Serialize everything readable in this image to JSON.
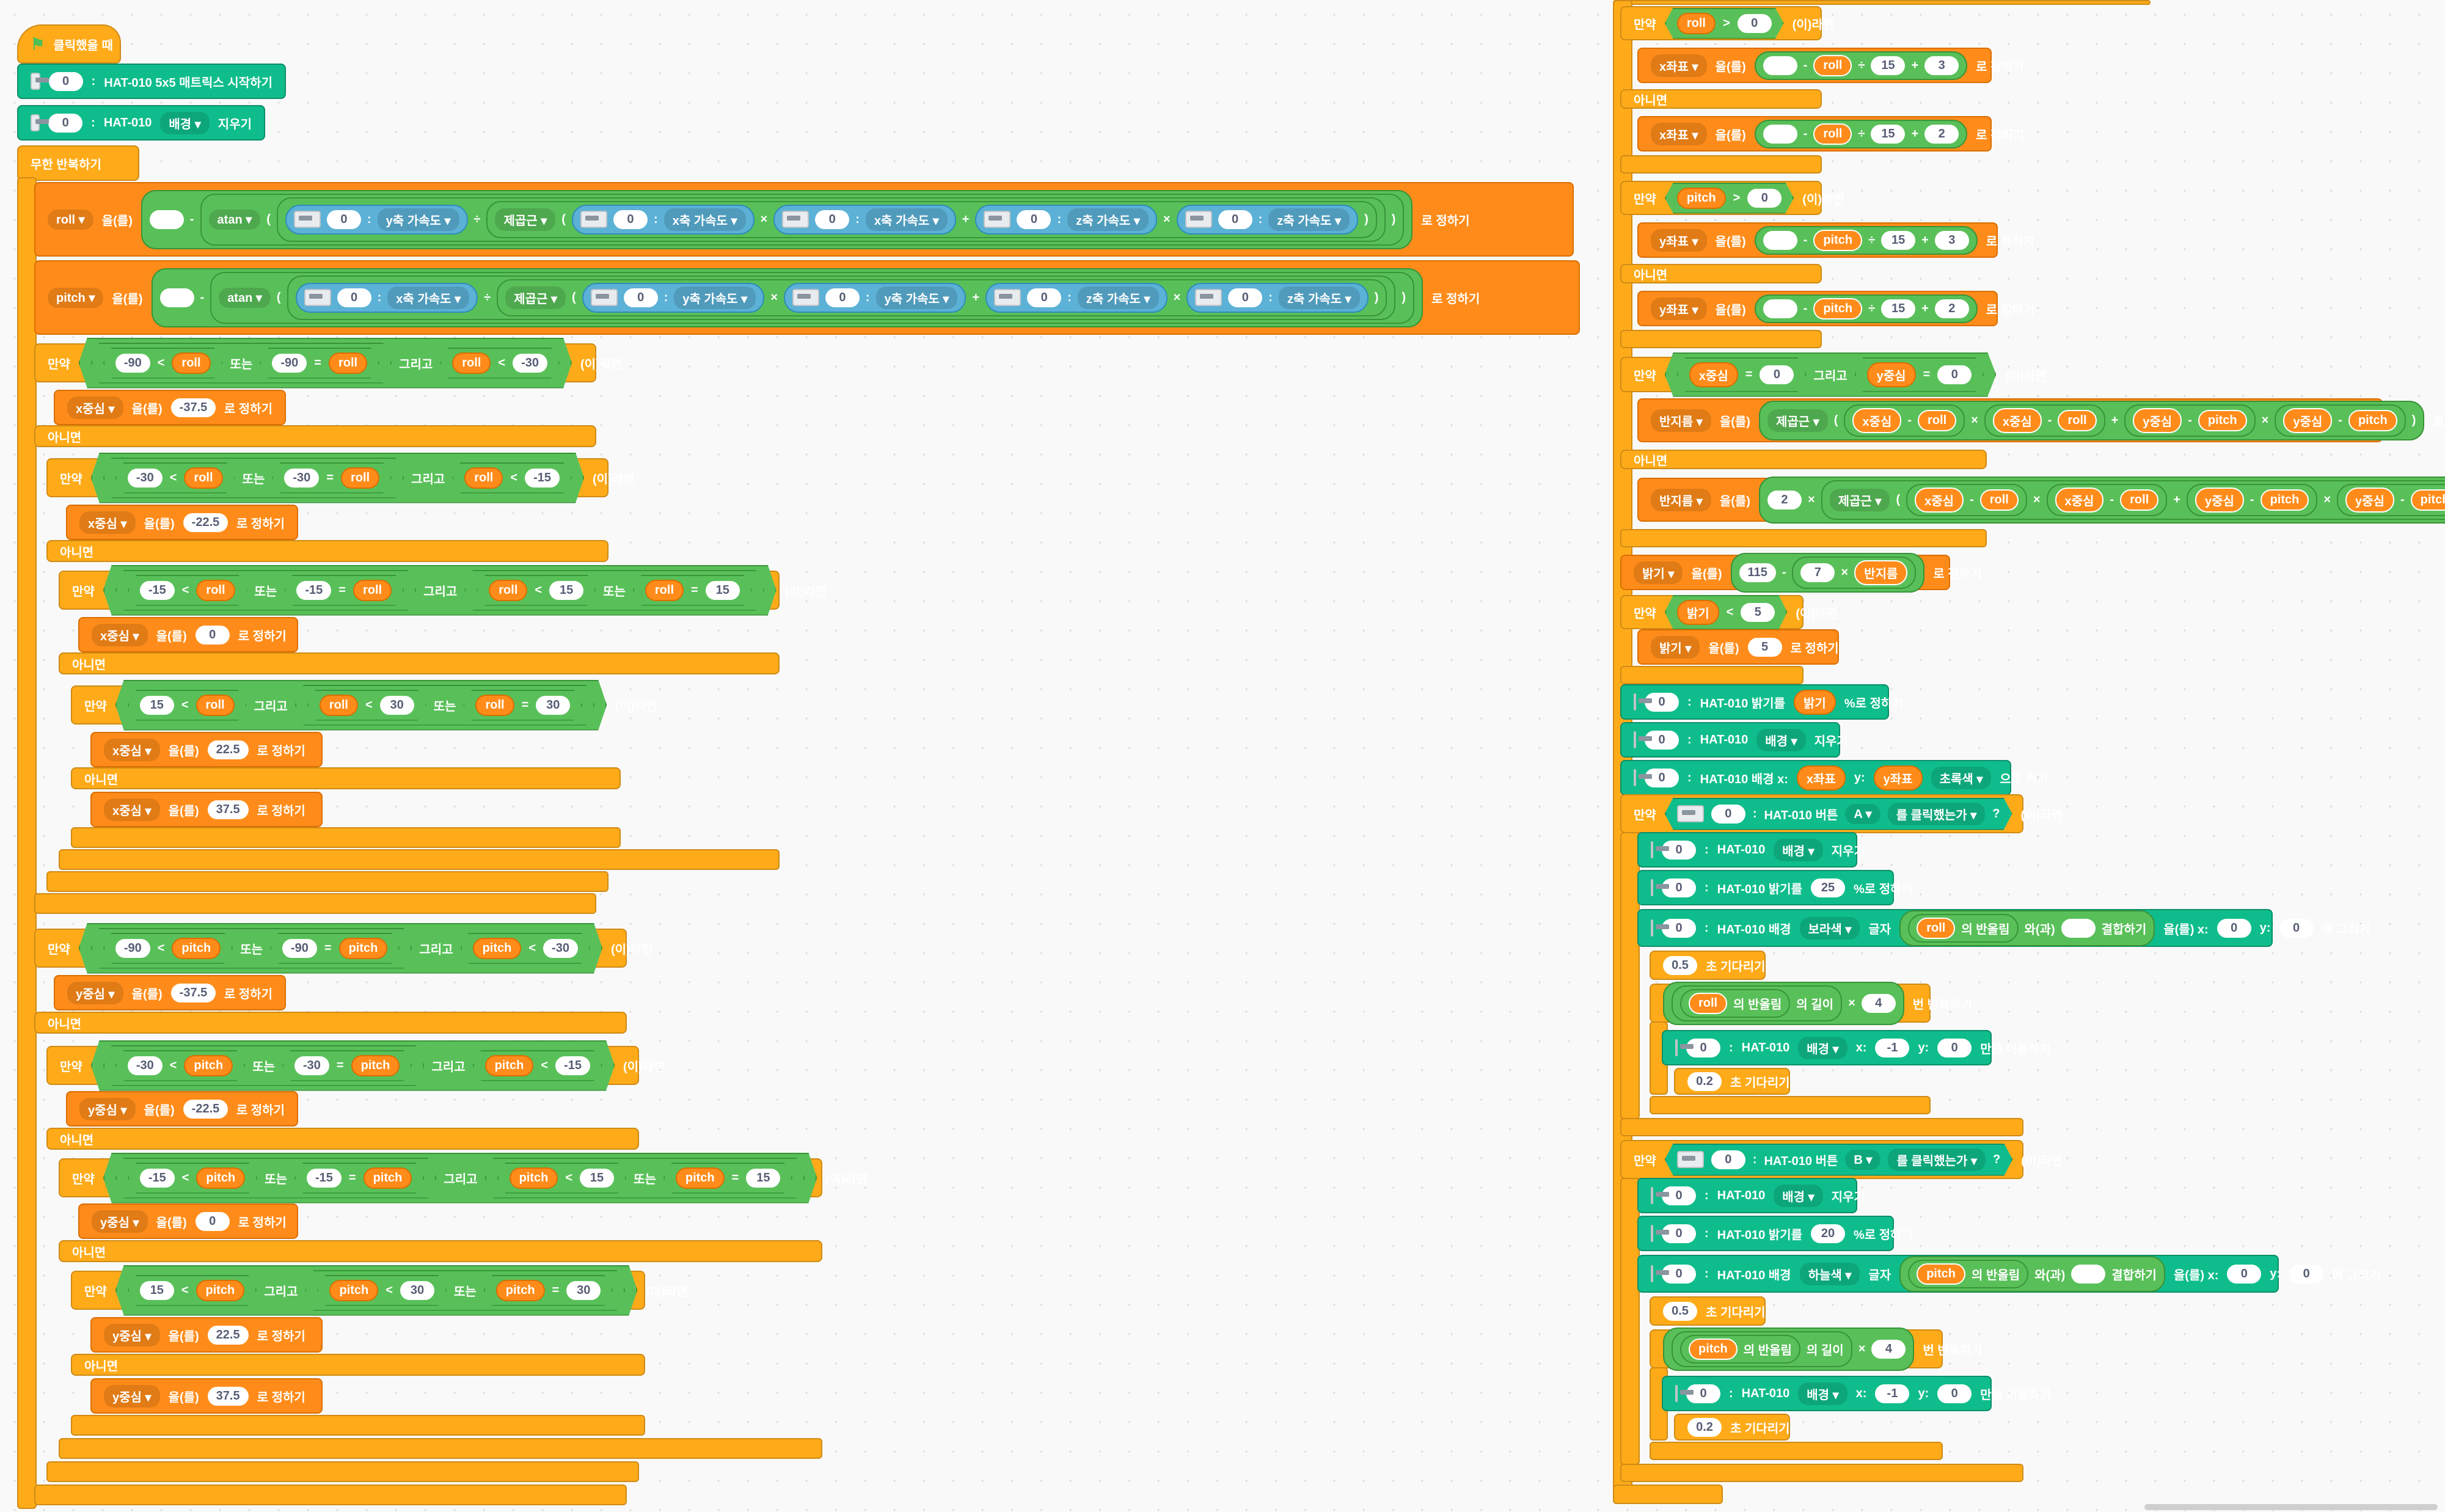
{
  "when_flag": "클릭했을 때",
  "hat010": "HAT-010",
  "matrix_start": "HAT-010 5x5 매트릭스 시작하기",
  "colon": ":",
  "bg": "배경",
  "erase": "지우기",
  "forever": "무한 반복하기",
  "v_roll": "roll",
  "v_pitch": "pitch",
  "eul": "을(를)",
  "set_to": "로 정하기",
  "atan": "atan",
  "sqrt": "제곱근",
  "y_acc": "y축 가속도",
  "x_acc": "x축 가속도",
  "z_acc": "z축 가속도",
  "lp": "(",
  "rp": ")",
  "minus": "-",
  "plus": "+",
  "times": "×",
  "div": "÷",
  "lt": "<",
  "gt": ">",
  "eq": "=",
  "or_t": "또는",
  "and_t": "그리고",
  "if_t": "만약",
  "then_t": "(이)라면",
  "else_t": "아니면",
  "v_xc": "x중심",
  "v_yc": "y중심",
  "v_xp": "x좌표",
  "v_yp": "y좌표",
  "v_r": "반지름",
  "v_bright": "밝기",
  "n0": "0",
  "n2": "2",
  "n3": "3",
  "n4": "4",
  "n5": "5",
  "n7": "7",
  "n15": "15",
  "n20": "20",
  "n25": "25",
  "n30": "30",
  "n115": "115",
  "nm1": "-1",
  "nm15": "-15",
  "nm30": "-30",
  "nm90": "-90",
  "n22_5": "22.5",
  "n37_5": "37.5",
  "nm22_5": "-22.5",
  "nm37_5": "-37.5",
  "n0_5": "0.5",
  "n0_2": "0.2",
  "bright_set": "HAT-010 밝기를",
  "pct_set": "%로 정하기",
  "bg_x": "HAT-010 배경 x:",
  "y_lbl": "y:",
  "color_white": "초록색",
  "draw_big": "으로 켜기",
  "btn_lbl": "HAT-010 버튼",
  "btn_a": "A",
  "btn_b": "B",
  "clicked": "를 클릭했는가",
  "q": "?",
  "bg_lbl": "HAT-010 배경",
  "color_purple": "보라색",
  "color_sky": "하늘색",
  "text_lbl": "글자",
  "round_lbl": "의 반올림",
  "join_lbl": "와(과)",
  "join2": "결합하기",
  "x_lbl": "을(를) x:",
  "draw_at": "에 그리기",
  "wait_lbl": "초 기다리기",
  "len_lbl": "의 길이",
  "repeat_lbl": "번 반복하기",
  "move_lbl": "만큼 이동하기",
  "x_only": "x:"
}
